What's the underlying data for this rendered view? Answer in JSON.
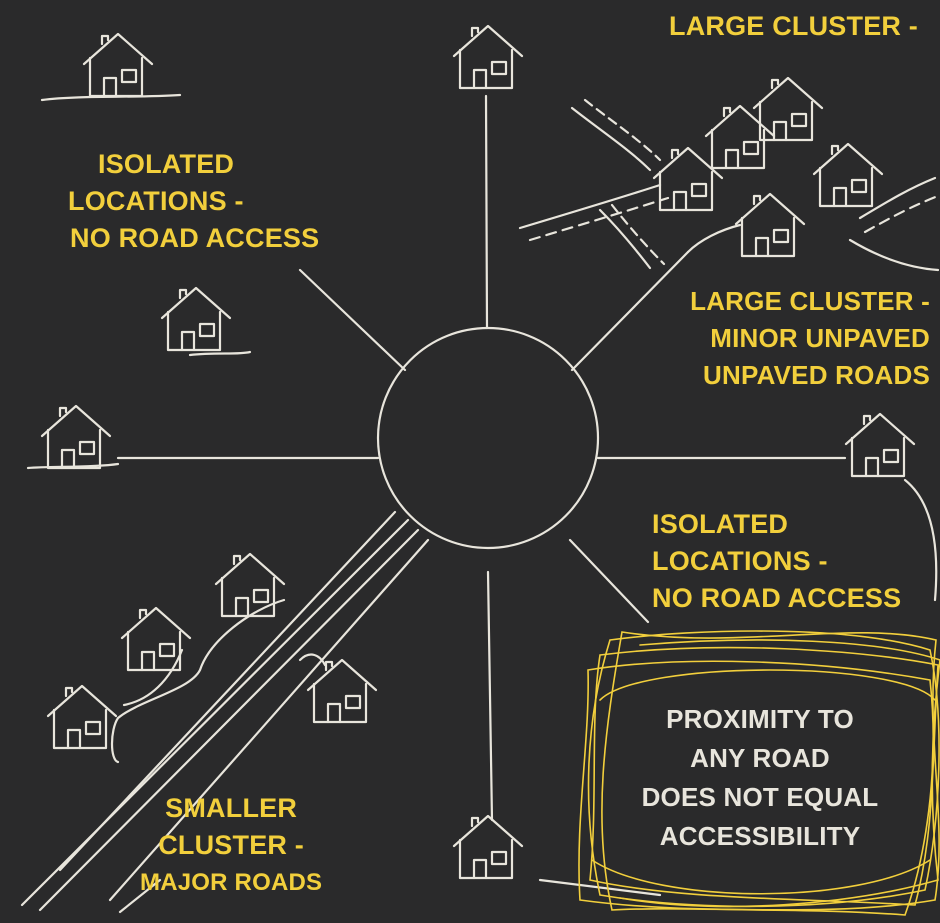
{
  "colors": {
    "background": "#2a2a2b",
    "accent": "#f2cf3c",
    "line": "#e8e5dc"
  },
  "labels": {
    "large_cluster_top": "LARGE CLUSTER -",
    "isolated_left": [
      "ISOLATED",
      "LOCATIONS -",
      "NO ROAD ACCESS"
    ],
    "large_cluster_right": [
      "LARGE CLUSTER -",
      "MINOR UNPAVED",
      "UNPAVED ROADS"
    ],
    "isolated_right": [
      "ISOLATED",
      "LOCATIONS -",
      "NO ROAD ACCESS"
    ],
    "smaller_cluster": [
      "SMALLER",
      "CLUSTER -",
      "MAJOR ROADS"
    ],
    "proximity_note": [
      "PROXIMITY TO",
      "ANY ROAD",
      "DOES NOT EQUAL",
      "ACCESSIBILITY"
    ]
  },
  "icons": [
    "house-icon",
    "central-hub",
    "road-line",
    "scribble-frame"
  ]
}
